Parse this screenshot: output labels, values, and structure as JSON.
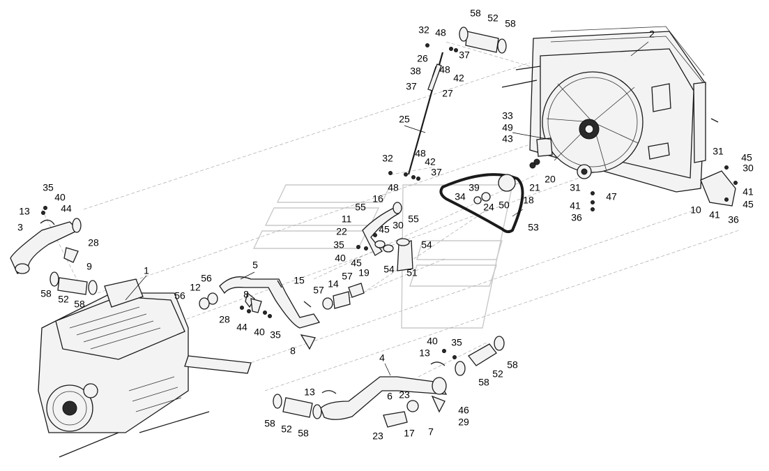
{
  "labels": [
    {
      "id": "n-2a",
      "text": "2"
    },
    {
      "id": "n-58a",
      "text": "58"
    },
    {
      "id": "n-52a",
      "text": "52"
    },
    {
      "id": "n-58b",
      "text": "58"
    },
    {
      "id": "n-32a",
      "text": "32"
    },
    {
      "id": "n-48a",
      "text": "48"
    },
    {
      "id": "n-26",
      "text": "26"
    },
    {
      "id": "n-37a",
      "text": "37"
    },
    {
      "id": "n-38",
      "text": "38"
    },
    {
      "id": "n-48b",
      "text": "48"
    },
    {
      "id": "n-42a",
      "text": "42"
    },
    {
      "id": "n-37b",
      "text": "37"
    },
    {
      "id": "n-27",
      "text": "27"
    },
    {
      "id": "n-25",
      "text": "25"
    },
    {
      "id": "n-33",
      "text": "33"
    },
    {
      "id": "n-49",
      "text": "49"
    },
    {
      "id": "n-43",
      "text": "43"
    },
    {
      "id": "n-32b",
      "text": "32"
    },
    {
      "id": "n-48c",
      "text": "48"
    },
    {
      "id": "n-42b",
      "text": "42"
    },
    {
      "id": "n-37c",
      "text": "37"
    },
    {
      "id": "n-48d",
      "text": "48"
    },
    {
      "id": "n-31a",
      "text": "31"
    },
    {
      "id": "n-45a",
      "text": "45"
    },
    {
      "id": "n-30a",
      "text": "30"
    },
    {
      "id": "n-21",
      "text": "21"
    },
    {
      "id": "n-20",
      "text": "20"
    },
    {
      "id": "n-31b",
      "text": "31"
    },
    {
      "id": "n-47",
      "text": "47"
    },
    {
      "id": "n-41a",
      "text": "41"
    },
    {
      "id": "n-36a",
      "text": "36"
    },
    {
      "id": "n-41b",
      "text": "41"
    },
    {
      "id": "n-45b",
      "text": "45"
    },
    {
      "id": "n-10",
      "text": "10"
    },
    {
      "id": "n-41c",
      "text": "41"
    },
    {
      "id": "n-36b",
      "text": "36"
    },
    {
      "id": "n-39",
      "text": "39"
    },
    {
      "id": "n-34",
      "text": "34"
    },
    {
      "id": "n-50",
      "text": "50"
    },
    {
      "id": "n-24",
      "text": "24"
    },
    {
      "id": "n-18",
      "text": "18"
    },
    {
      "id": "n-53",
      "text": "53"
    },
    {
      "id": "n-16",
      "text": "16"
    },
    {
      "id": "n-55a",
      "text": "55"
    },
    {
      "id": "n-11",
      "text": "11"
    },
    {
      "id": "n-55b",
      "text": "55"
    },
    {
      "id": "n-45c",
      "text": "45"
    },
    {
      "id": "n-30b",
      "text": "30"
    },
    {
      "id": "n-22",
      "text": "22"
    },
    {
      "id": "n-35a",
      "text": "35"
    },
    {
      "id": "n-54a",
      "text": "54"
    },
    {
      "id": "n-40a",
      "text": "40"
    },
    {
      "id": "n-45d",
      "text": "45"
    },
    {
      "id": "n-54b",
      "text": "54"
    },
    {
      "id": "n-19",
      "text": "19"
    },
    {
      "id": "n-51",
      "text": "51"
    },
    {
      "id": "n-57a",
      "text": "57"
    },
    {
      "id": "n-14",
      "text": "14"
    },
    {
      "id": "n-15",
      "text": "15"
    },
    {
      "id": "n-57b",
      "text": "57"
    },
    {
      "id": "n-35b",
      "text": "35"
    },
    {
      "id": "n-40b",
      "text": "40"
    },
    {
      "id": "n-13a",
      "text": "13"
    },
    {
      "id": "n-44a",
      "text": "44"
    },
    {
      "id": "n-3",
      "text": "3"
    },
    {
      "id": "n-28a",
      "text": "28"
    },
    {
      "id": "n-9",
      "text": "9"
    },
    {
      "id": "n-58c",
      "text": "58"
    },
    {
      "id": "n-52b",
      "text": "52"
    },
    {
      "id": "n-58d",
      "text": "58"
    },
    {
      "id": "n-1",
      "text": "1"
    },
    {
      "id": "n-5",
      "text": "5"
    },
    {
      "id": "n-56a",
      "text": "56"
    },
    {
      "id": "n-12",
      "text": "12"
    },
    {
      "id": "n-56b",
      "text": "56"
    },
    {
      "id": "n-8a",
      "text": "8"
    },
    {
      "id": "n-28b",
      "text": "28"
    },
    {
      "id": "n-44b",
      "text": "44"
    },
    {
      "id": "n-40c",
      "text": "40"
    },
    {
      "id": "n-35c",
      "text": "35"
    },
    {
      "id": "n-8b",
      "text": "8"
    },
    {
      "id": "n-40d",
      "text": "40"
    },
    {
      "id": "n-35d",
      "text": "35"
    },
    {
      "id": "n-13b",
      "text": "13"
    },
    {
      "id": "n-4",
      "text": "4"
    },
    {
      "id": "n-58e",
      "text": "58"
    },
    {
      "id": "n-52c",
      "text": "52"
    },
    {
      "id": "n-58f",
      "text": "58"
    },
    {
      "id": "n-13c",
      "text": "13"
    },
    {
      "id": "n-6",
      "text": "6"
    },
    {
      "id": "n-23a",
      "text": "23"
    },
    {
      "id": "n-46",
      "text": "46"
    },
    {
      "id": "n-29",
      "text": "29"
    },
    {
      "id": "n-58g",
      "text": "58"
    },
    {
      "id": "n-52d",
      "text": "52"
    },
    {
      "id": "n-58h",
      "text": "58"
    },
    {
      "id": "n-23b",
      "text": "23"
    },
    {
      "id": "n-17",
      "text": "17"
    },
    {
      "id": "n-7",
      "text": "7"
    }
  ]
}
